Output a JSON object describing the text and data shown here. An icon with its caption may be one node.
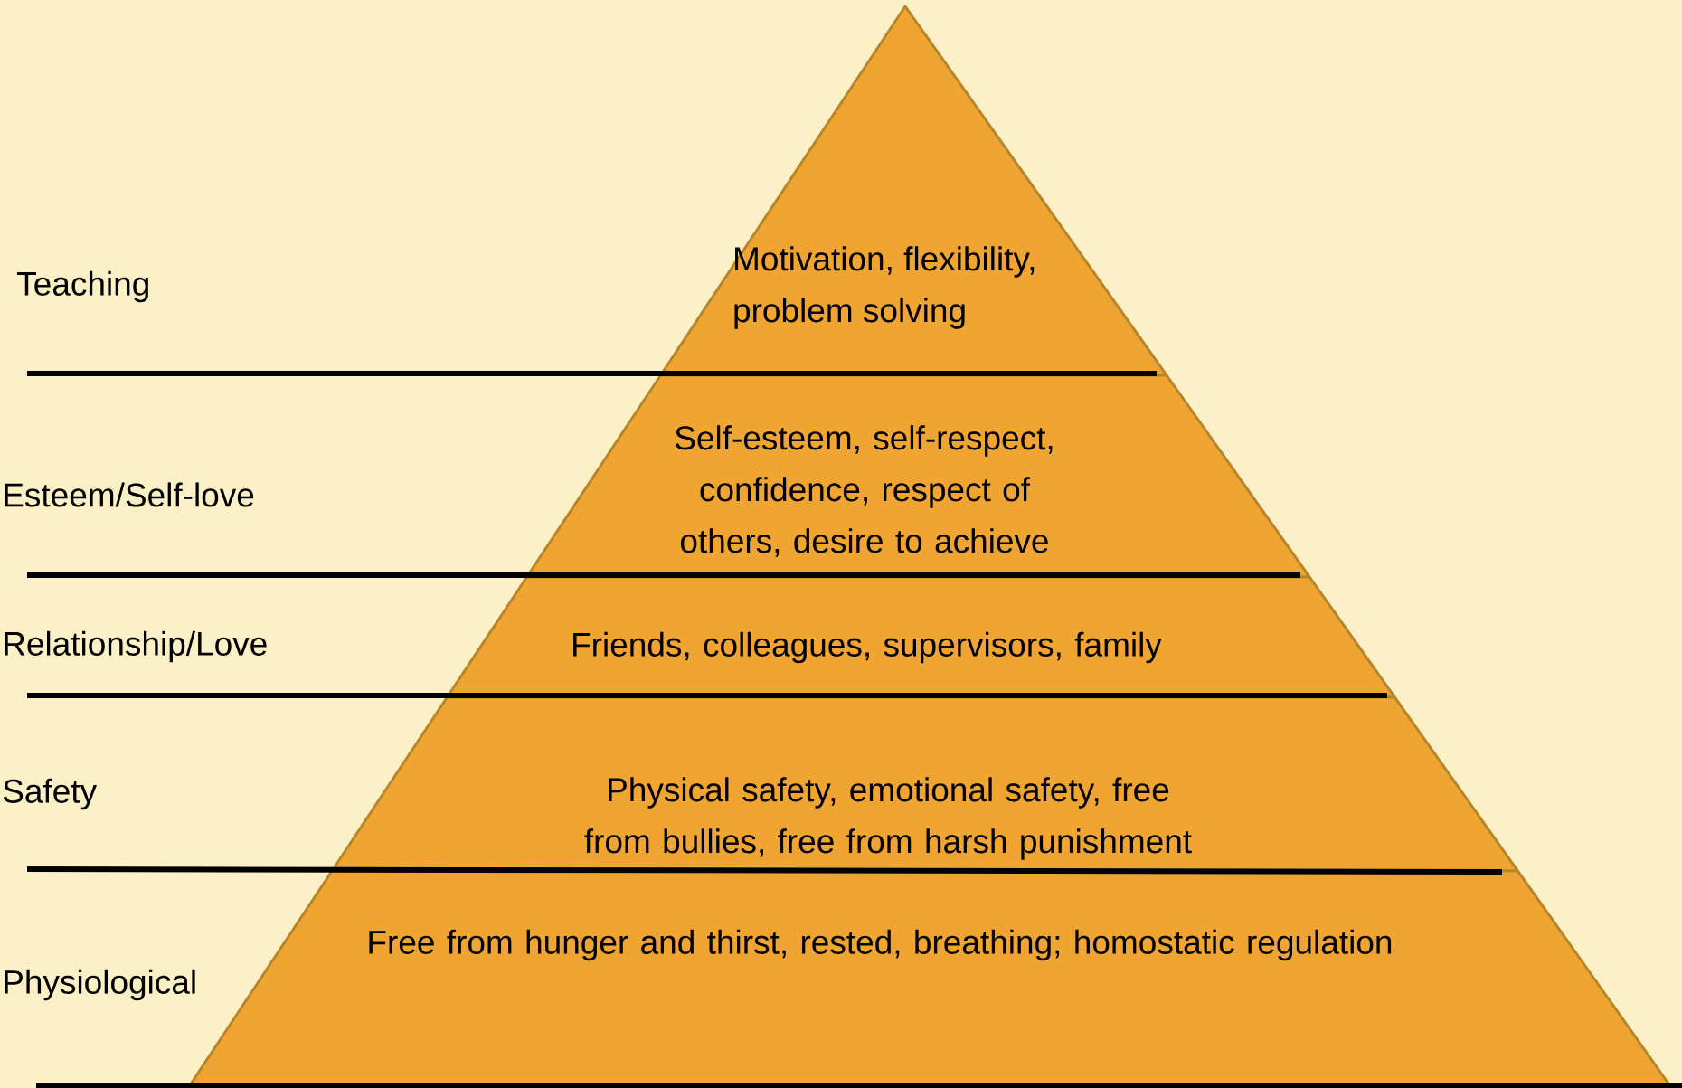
{
  "diagram": {
    "nodes": [
      {
        "text": [
          "Motivation, flexibility, problem solving"
        ]
      },
      {
        "text": [
          "Self-esteem, self-respect, confidence, respect of others, desire to achieve"
        ]
      },
      {
        "text": [
          "Friends, colleagues, supervisors, family"
        ]
      },
      {
        "text": [
          "Physical safety, emotional safety, free from bullies, free from harsh punishment"
        ]
      },
      {
        "text": [
          "Free from hunger and thirst, rested, breathing; homostatic regulation"
        ]
      }
    ],
    "edges": [],
    "labels": [
      "Teaching",
      "Esteem/Self-love",
      "Relationship/Love",
      "Safety",
      "Physiological"
    ]
  }
}
